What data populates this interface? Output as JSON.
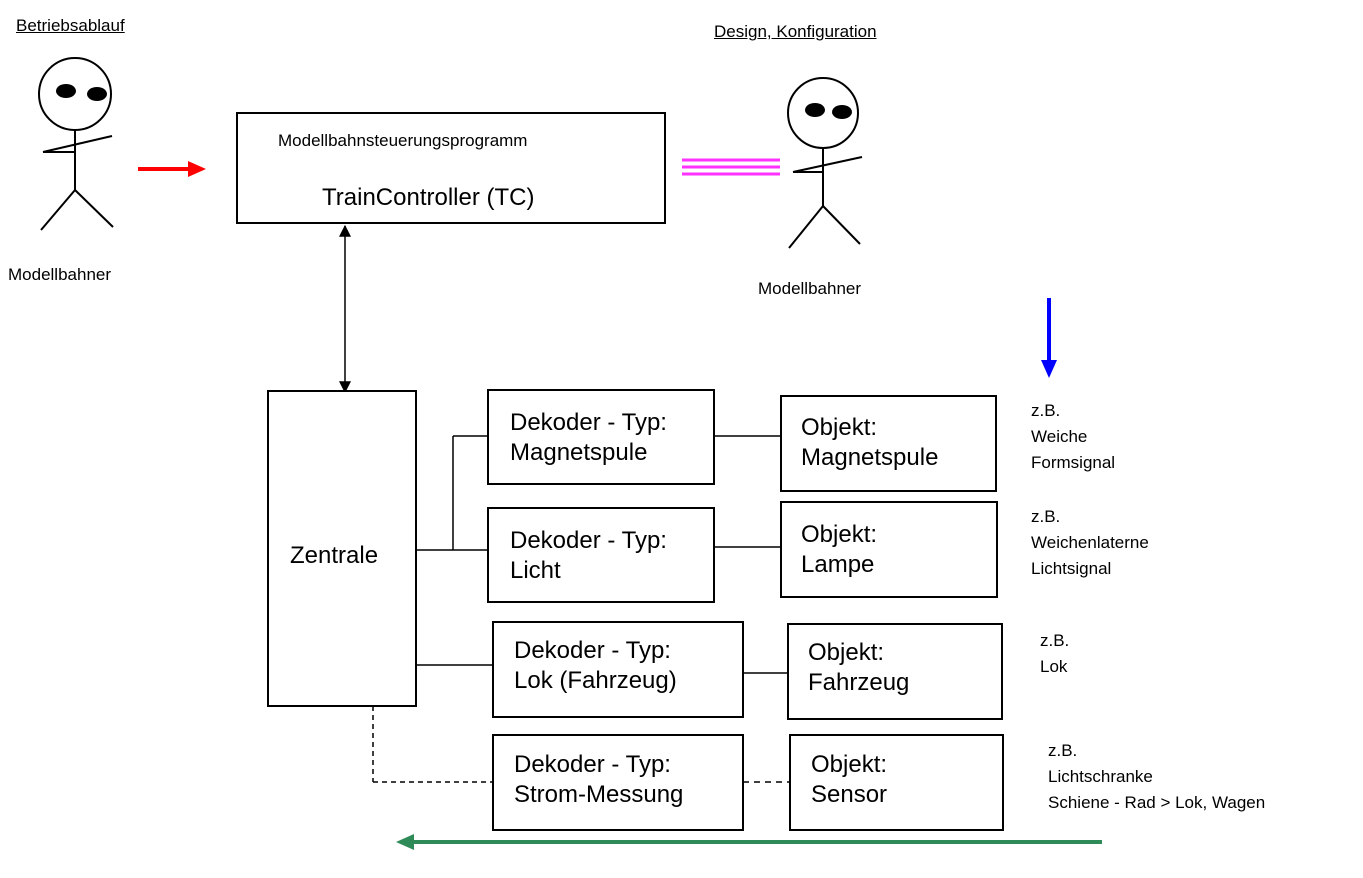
{
  "headings": {
    "left": "Betriebsablauf",
    "right": "Design, Konfiguration"
  },
  "actors": {
    "left_label": "Modellbahner",
    "right_label": "Modellbahner"
  },
  "program": {
    "title": "Modellbahnsteuerungsprogramm",
    "name": "TrainController (TC)"
  },
  "zentrale": {
    "label": "Zentrale"
  },
  "rows": [
    {
      "decoder_line1": "Dekoder - Typ:",
      "decoder_line2": "Magnetspule",
      "object_line1": "Objekt:",
      "object_line2": "Magnetspule",
      "example_line1": "z.B.",
      "example_line2": "Weiche",
      "example_line3": "Formsignal"
    },
    {
      "decoder_line1": "Dekoder - Typ:",
      "decoder_line2": "Licht",
      "object_line1": "Objekt:",
      "object_line2": "Lampe",
      "example_line1": "z.B.",
      "example_line2": "Weichenlaterne",
      "example_line3": "Lichtsignal"
    },
    {
      "decoder_line1": "Dekoder - Typ:",
      "decoder_line2": "Lok (Fahrzeug)",
      "object_line1": "Objekt:",
      "object_line2": "Fahrzeug",
      "example_line1": "z.B.",
      "example_line2": "Lok",
      "example_line3": ""
    },
    {
      "decoder_line1": "Dekoder - Typ:",
      "decoder_line2": "Strom-Messung",
      "object_line1": "Objekt:",
      "object_line2": "Sensor",
      "example_line1": "z.B.",
      "example_line2": "Lichtschranke",
      "example_line3": "Schiene - Rad > Lok, Wagen"
    }
  ],
  "colors": {
    "red_arrow": "#ff0000",
    "magenta_link": "#ff33ff",
    "blue_arrow": "#0000ff",
    "green_arrow": "#2e8b57"
  }
}
